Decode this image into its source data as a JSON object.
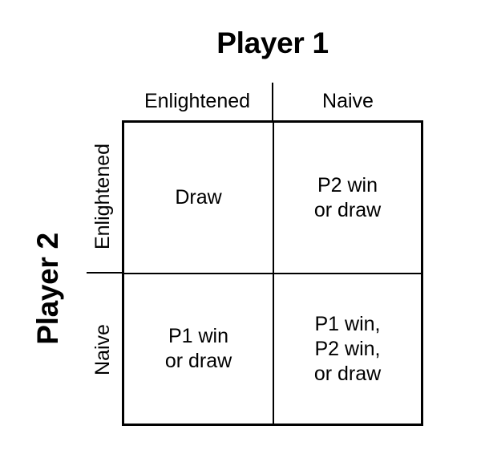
{
  "figure": {
    "type": "payoff-matrix",
    "background_color": "#ffffff",
    "line_color": "#000000",
    "text_color": "#000000"
  },
  "axes": {
    "column_axis_title": "Player 1",
    "row_axis_title": "Player 2"
  },
  "columns": [
    {
      "label": "Enlightened"
    },
    {
      "label": "Naive"
    }
  ],
  "rows": [
    {
      "label": "Enlightened"
    },
    {
      "label": "Naive"
    }
  ],
  "cells": [
    [
      {
        "text": "Draw"
      },
      {
        "text": "P2 win\nor draw"
      }
    ],
    [
      {
        "text": "P1 win\nor draw"
      },
      {
        "text": "P1 win,\nP2 win,\nor draw"
      }
    ]
  ]
}
